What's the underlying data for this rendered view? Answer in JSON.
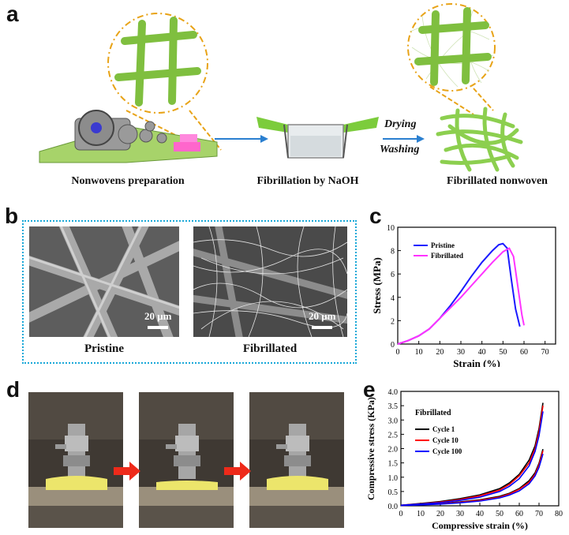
{
  "panels": {
    "a": {
      "letter": "a",
      "captions": [
        "Nonwovens preparation",
        "Fibrillation by NaOH",
        "Fibrillated nonwoven"
      ],
      "arrow_labels": [
        "Drying",
        "Washing"
      ]
    },
    "b": {
      "letter": "b",
      "images": [
        {
          "label": "Pristine",
          "scale": "20 μm"
        },
        {
          "label": "Fibrillated",
          "scale": "20 μm"
        }
      ]
    },
    "c": {
      "letter": "c"
    },
    "d": {
      "letter": "d"
    },
    "e": {
      "letter": "e"
    }
  },
  "chart_data": [
    {
      "panel": "c",
      "type": "line",
      "xlabel": "Strain (%)",
      "ylabel": "Stress (MPa)",
      "xlim": [
        0,
        75
      ],
      "ylim": [
        0,
        10
      ],
      "xticks": [
        0,
        10,
        20,
        30,
        40,
        50,
        60,
        70
      ],
      "yticks": [
        0,
        2,
        4,
        6,
        8,
        10
      ],
      "legend": "top-left",
      "series": [
        {
          "name": "Pristine",
          "color": "#1a1aff",
          "x": [
            0,
            5,
            10,
            15,
            20,
            25,
            30,
            35,
            40,
            45,
            48,
            50,
            52,
            54,
            56,
            58
          ],
          "y": [
            0,
            0.3,
            0.7,
            1.3,
            2.2,
            3.3,
            4.5,
            5.8,
            7.0,
            8.0,
            8.5,
            8.6,
            8.2,
            5.5,
            3.0,
            1.5
          ]
        },
        {
          "name": "Fibrillated",
          "color": "#ff33ff",
          "x": [
            0,
            5,
            10,
            15,
            20,
            25,
            30,
            35,
            40,
            45,
            50,
            53,
            55,
            57,
            59,
            60
          ],
          "y": [
            0,
            0.3,
            0.7,
            1.3,
            2.2,
            3.1,
            4.0,
            5.0,
            6.0,
            7.0,
            7.9,
            8.2,
            7.5,
            5.0,
            2.5,
            1.6
          ]
        }
      ]
    },
    {
      "panel": "e",
      "type": "line",
      "title": "Fibrillated",
      "xlabel": "Compressive strain (%)",
      "ylabel": "Compressive stress (KPa)",
      "xlim": [
        0,
        80
      ],
      "ylim": [
        0,
        4.0
      ],
      "xticks": [
        0,
        10,
        20,
        30,
        40,
        50,
        60,
        70,
        80
      ],
      "yticks": [
        0.0,
        0.5,
        1.0,
        1.5,
        2.0,
        2.5,
        3.0,
        3.5,
        4.0
      ],
      "legend": "top-left",
      "series": [
        {
          "name": "Cycle 1",
          "color": "#000000",
          "x": [
            0,
            10,
            20,
            30,
            40,
            50,
            55,
            60,
            65,
            68,
            70,
            72
          ],
          "y": [
            0.02,
            0.08,
            0.15,
            0.25,
            0.38,
            0.6,
            0.8,
            1.1,
            1.6,
            2.1,
            2.7,
            3.6
          ]
        },
        {
          "name": "Cycle 10",
          "color": "#ff0000",
          "x": [
            0,
            10,
            20,
            30,
            40,
            50,
            55,
            60,
            65,
            68,
            70,
            72
          ],
          "y": [
            0.02,
            0.07,
            0.13,
            0.22,
            0.35,
            0.55,
            0.75,
            1.05,
            1.5,
            2.0,
            2.6,
            3.5
          ]
        },
        {
          "name": "Cycle 100",
          "color": "#0000ff",
          "x": [
            0,
            10,
            20,
            30,
            40,
            50,
            55,
            60,
            65,
            68,
            70,
            72
          ],
          "y": [
            0.02,
            0.06,
            0.11,
            0.19,
            0.3,
            0.5,
            0.68,
            0.95,
            1.4,
            1.9,
            2.45,
            3.3
          ]
        }
      ]
    }
  ]
}
